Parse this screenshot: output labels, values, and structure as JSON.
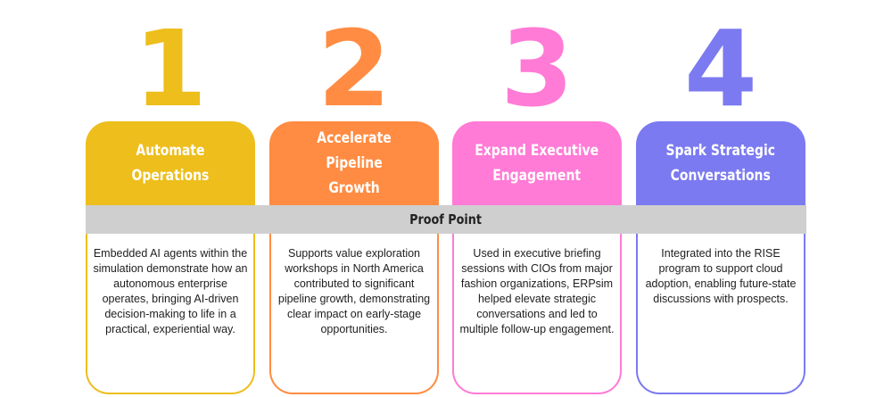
{
  "proof_point_label": "Proof Point",
  "cards": [
    {
      "number": "1",
      "title": "Automate\nOperations",
      "text": "Embedded AI agents within the simulation demonstrate how an autonomous enterprise operates, bringing AI-driven decision-making to life in a practical, experiential way.",
      "color": "#EDBE1C"
    },
    {
      "number": "2",
      "title": "Accelerate Pipeline\nGrowth",
      "text": "Supports value exploration workshops in North America contributed to significant pipeline growth, demonstrating clear impact on early-stage opportunities.",
      "color": "#FF8C42"
    },
    {
      "number": "3",
      "title": "Expand Executive\nEngagement",
      "text": "Used in executive briefing sessions with CIOs from major fashion organizations, ERPsim helped elevate strategic conversations and led to multiple follow-up engagement.",
      "color": "#FF7BD6"
    },
    {
      "number": "4",
      "title": "Spark Strategic\nConversations",
      "text": "Integrated into the RISE program to support cloud adoption, enabling future-state discussions with prospects.",
      "color": "#7B7AF0"
    }
  ]
}
